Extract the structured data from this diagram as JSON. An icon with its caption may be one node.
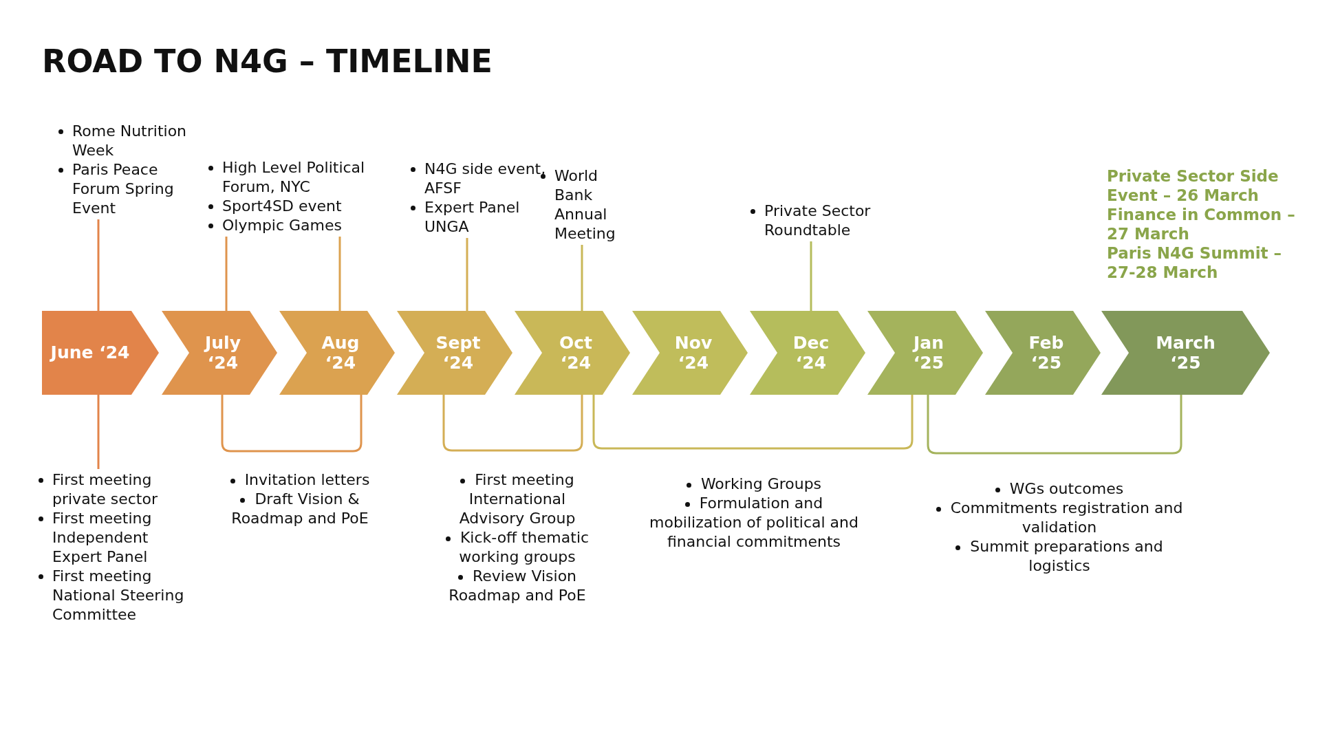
{
  "diagram": {
    "title": "ROAD TO N4G – TIMELINE",
    "nodes": [
      {
        "text": [
          "June ‘24"
        ]
      },
      {
        "text": [
          "July ‘24"
        ]
      },
      {
        "text": [
          "Aug ‘24"
        ]
      },
      {
        "text": [
          "Sept ‘24"
        ]
      },
      {
        "text": [
          "Oct ‘24"
        ]
      },
      {
        "text": [
          "Nov ‘24"
        ]
      },
      {
        "text": [
          "Dec ‘24"
        ]
      },
      {
        "text": [
          "Jan ‘25"
        ]
      },
      {
        "text": [
          "Feb ‘25"
        ]
      },
      {
        "text": [
          "March ‘25"
        ],
        "beside": [
          "Private Sector Side Event – 26 March",
          "Finance in Common – 27 March",
          "Paris N4G Summit – 27-28 March"
        ]
      },
      {
        "text": [
          "Rome Nutrition Week",
          "Paris Peace Forum Spring Event"
        ]
      },
      {
        "text": [
          "High Level Political Forum, NYC",
          "Sport4SD event",
          "Olympic Games"
        ]
      },
      {
        "text": [
          "N4G side event, AFSF",
          "Expert Panel UNGA"
        ]
      },
      {
        "text": [
          "World Bank Annual Meeting"
        ]
      },
      {
        "text": [
          "Private Sector Roundtable"
        ]
      },
      {
        "text": [
          "First meeting private sector",
          "First meeting Independent Expert Panel",
          "First meeting National Steering Committee"
        ]
      },
      {
        "text": [
          "Invitation letters",
          "Draft Vision & Roadmap and PoE"
        ]
      },
      {
        "text": [
          "First meeting International Advisory Group",
          "Kick-off thematic working groups",
          "Review Vision Roadmap and PoE"
        ]
      },
      {
        "text": [
          "Working Groups",
          "Formulation and mobilization of political and financial commitments"
        ]
      },
      {
        "text": [
          "WGs outcomes",
          "Commitments registration and validation",
          "Summit preparations and logistics"
        ]
      }
    ],
    "edges": [
      {
        "from": 10,
        "to": 0,
        "arrow": "none"
      },
      {
        "from": 11,
        "to": 1,
        "arrow": "none"
      },
      {
        "from": 11,
        "to": 2,
        "arrow": "none"
      },
      {
        "from": 12,
        "to": 3,
        "arrow": "none"
      },
      {
        "from": 13,
        "to": 4,
        "arrow": "none"
      },
      {
        "from": 14,
        "to": 6,
        "arrow": "none"
      },
      {
        "from": 15,
        "to": 0,
        "arrow": "none"
      },
      {
        "from": 1,
        "to": 2,
        "arrow": "none"
      },
      {
        "from": 3,
        "to": 4,
        "arrow": "none"
      },
      {
        "from": 4,
        "to": 7,
        "arrow": "none"
      },
      {
        "from": 7,
        "to": 9,
        "arrow": "none"
      }
    ]
  }
}
